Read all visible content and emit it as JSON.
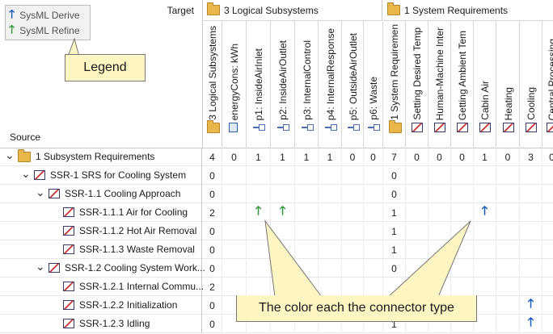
{
  "header": {
    "target_label": "Target",
    "source_label": "Source"
  },
  "legend": {
    "derive_label": "SysML Derive",
    "refine_label": "SysML Refine",
    "derive_color": "#1558c0",
    "refine_color": "#2e9a3c"
  },
  "callouts": {
    "legend": "Legend",
    "connector": "The color each the connector type"
  },
  "column_groups": [
    {
      "label": "3 Logical Subsystems",
      "icon": "folder-icon"
    },
    {
      "label": "1 System Requirements",
      "icon": "folder-icon"
    }
  ],
  "columns": [
    {
      "label": "3 Logical Subsystems",
      "icon": "folder-icon"
    },
    {
      "label": "energyCons: kWh",
      "icon": "property-icon"
    },
    {
      "label": "p1: InsideAirInlet",
      "icon": "port-icon"
    },
    {
      "label": "p2: InsideAirOutlet",
      "icon": "port-icon"
    },
    {
      "label": "p3: InternalControl",
      "icon": "port-icon"
    },
    {
      "label": "p4: InternalResponse",
      "icon": "port-icon"
    },
    {
      "label": "p5: OutsideAirOutlet",
      "icon": "port-icon"
    },
    {
      "label": "p6: Waste",
      "icon": "port-icon"
    },
    {
      "label": "1 System Requiremen",
      "icon": "folder-icon"
    },
    {
      "label": "Setting Desired Temp",
      "icon": "requirement-icon"
    },
    {
      "label": "Human-Machine Inter",
      "icon": "requirement-icon"
    },
    {
      "label": "Getting Ambient Tem",
      "icon": "requirement-icon"
    },
    {
      "label": "Cabin Air",
      "icon": "requirement-icon"
    },
    {
      "label": "Heating",
      "icon": "requirement-icon"
    },
    {
      "label": "Cooling",
      "icon": "requirement-icon"
    },
    {
      "label": "Central Processing",
      "icon": "requirement-icon"
    }
  ],
  "rows": [
    {
      "label": "1 Subsystem Requirements",
      "icon": "folder-icon",
      "expander": "expanded",
      "cells": [
        "4",
        "0",
        "1",
        "1",
        "1",
        "1",
        "0",
        "0",
        "7",
        "0",
        "0",
        "0",
        "1",
        "0",
        "3",
        "0"
      ]
    },
    {
      "label": "SSR-1 SRS for Cooling System",
      "icon": "requirement-icon",
      "expander": "expanded",
      "cells": [
        "0",
        "",
        "",
        "",
        "",
        "",
        "",
        "",
        "0",
        "",
        "",
        "",
        "",
        "",
        "",
        ""
      ]
    },
    {
      "label": "SSR-1.1 Cooling Approach",
      "icon": "requirement-icon",
      "expander": "expanded",
      "cells": [
        "0",
        "",
        "",
        "",
        "",
        "",
        "",
        "",
        "0",
        "",
        "",
        "",
        "",
        "",
        "",
        ""
      ]
    },
    {
      "label": "SSR-1.1.1 Air for Cooling",
      "icon": "requirement-icon",
      "expander": "",
      "cells": [
        "2",
        "",
        "refine",
        "refine",
        "",
        "",
        "",
        "",
        "1",
        "",
        "",
        "",
        "derive",
        "",
        "",
        ""
      ]
    },
    {
      "label": "SSR-1.1.2 Hot Air Removal",
      "icon": "requirement-icon",
      "expander": "",
      "cells": [
        "0",
        "",
        "",
        "",
        "",
        "",
        "",
        "",
        "1",
        "",
        "",
        "",
        "",
        "",
        "",
        ""
      ]
    },
    {
      "label": "SSR-1.1.3 Waste Removal",
      "icon": "requirement-icon",
      "expander": "",
      "cells": [
        "0",
        "",
        "",
        "",
        "",
        "",
        "",
        "",
        "1",
        "",
        "",
        "",
        "",
        "",
        "",
        ""
      ]
    },
    {
      "label": "SSR-1.2 Cooling System Work...",
      "icon": "requirement-icon",
      "expander": "expanded",
      "cells": [
        "0",
        "",
        "",
        "",
        "",
        "",
        "",
        "",
        "0",
        "",
        "",
        "",
        "",
        "",
        "",
        ""
      ]
    },
    {
      "label": "SSR-1.2.1 Internal Commu...",
      "icon": "requirement-icon",
      "expander": "",
      "cells": [
        "2",
        "",
        "",
        "",
        "",
        "",
        "",
        "",
        "",
        "",
        "",
        "",
        "",
        "",
        "",
        ""
      ]
    },
    {
      "label": "SSR-1.2.2 Initialization",
      "icon": "requirement-icon",
      "expander": "",
      "cells": [
        "0",
        "",
        "",
        "",
        "",
        "",
        "",
        "",
        "",
        "",
        "",
        "",
        "",
        "",
        "derive",
        ""
      ]
    },
    {
      "label": "SSR-1.2.3 Idling",
      "icon": "requirement-icon",
      "expander": "",
      "cells": [
        "0",
        "",
        "",
        "",
        "",
        "",
        "",
        "",
        "1",
        "",
        "",
        "",
        "",
        "",
        "derive",
        ""
      ]
    }
  ]
}
